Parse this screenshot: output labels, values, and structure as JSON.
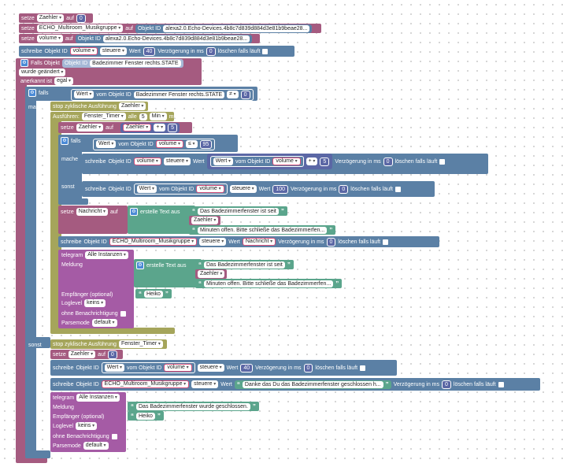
{
  "top": {
    "set1": {
      "kw": "setze",
      "var": "Zaehler",
      "to": "auf",
      "val": "0"
    },
    "set2": {
      "kw": "setze",
      "var": "ECHO_Multiroom_Musikgruppe",
      "to": "auf",
      "obj": "Objekt ID",
      "id": "alexa2.0.Echo-Devices.4b8c7d839d884d3e81b9beae28..."
    },
    "set3": {
      "kw": "setze",
      "var": "volume",
      "to": "auf",
      "obj": "Objekt ID",
      "id": "alexa2.0.Echo-Devices.4b8c7d839d884d3e81b9beae28..."
    },
    "write1": {
      "kw": "schreibe",
      "obj": "Objekt ID",
      "var": "volume",
      "mode": "steuere",
      "wert": "Wert",
      "val": "40",
      "delay": "Verzögerung in ms",
      "delay_val": "0",
      "clear": "löschen falls läuft"
    }
  },
  "trigger": {
    "title": "Falls Objekt",
    "obj": "Objekt ID",
    "id": "Badezimmer Fenster rechts.STATE",
    "changed": "wurde geändert",
    "ack": "anerkannt ist",
    "ack_val": "egal"
  },
  "if_outer": {
    "falls": "falls",
    "wert": "Wert",
    "vom": "vom Objekt ID",
    "id": "Badezimmer Fenster rechts.STATE",
    "op": "≠",
    "val": "0",
    "mache": "mache",
    "sonst": "sonst"
  },
  "then": {
    "stop": "stop zyklische Ausführung",
    "stop_var": "Zaehler",
    "run": "Ausführen:",
    "timer": "Fenster_Timer",
    "alle": "alle",
    "n": "5",
    "unit": "Min",
    "ms": "ms",
    "inc": {
      "kw": "setze",
      "var": "Zaehler",
      "to": "auf",
      "var2": "Zaehler",
      "op": "+",
      "val": "5"
    },
    "if2": {
      "falls": "falls",
      "wert": "Wert",
      "vom": "vom Objekt ID",
      "var": "volume",
      "op": "≤",
      "val": "95",
      "mache": "mache",
      "sonst": "sonst",
      "w1": {
        "kw": "schreibe",
        "obj": "Objekt ID",
        "var": "volume",
        "mode": "steuere",
        "wert": "Wert",
        "inner_wert": "Wert",
        "inner_vom": "vom Objekt ID",
        "inner_var": "volume",
        "op": "+",
        "val": "5",
        "delay": "Verzögerung in ms",
        "delay_val": "0",
        "clear": "löschen falls läuft"
      },
      "w2": {
        "kw": "schreibe",
        "obj": "Objekt ID",
        "wert": "Wert",
        "vom": "vom Objekt ID",
        "var": "volume",
        "mode": "steuere",
        "wert2": "Wert",
        "val": "100",
        "delay": "Verzögerung in ms",
        "delay_val": "0",
        "clear": "löschen falls läuft"
      }
    },
    "msg": {
      "kw": "setze",
      "var": "Nachricht",
      "to": "auf",
      "create": "erstelle Text aus",
      "t1": "Das Badezimmerfenster ist seit",
      "t2": "Zaehler",
      "t3": "Minuten offen. Bitte schließe das Badezimmerfen..."
    },
    "w3": {
      "kw": "schreibe",
      "obj": "Objekt ID",
      "var": "ECHO_Multiroom_Musikgruppe",
      "mode": "steuere",
      "wert": "Wert",
      "val": "Nachricht",
      "delay": "Verzögerung in ms",
      "delay_val": "0",
      "clear": "löschen falls läuft"
    },
    "tel": {
      "kw": "telegram",
      "inst": "Alle Instanzen",
      "msg": "Meldung",
      "create": "erstelle Text aus",
      "t1": "Das Badezimmerfenster ist seit",
      "t2": "Zaehler",
      "t3": "Minuten offen. Bitte schließe das Badezimmerfen...",
      "recv": "Empfänger (optional)",
      "recv_val": "Heiko",
      "log": "Loglevel",
      "log_val": "keins",
      "nonotif": "ohne Benachrichtigung",
      "parse": "Parsemode",
      "parse_val": "default"
    }
  },
  "else": {
    "stop": "stop zyklische Ausführung",
    "stop_var": "Fenster_Timer",
    "reset": {
      "kw": "setze",
      "var": "Zaehler",
      "to": "auf",
      "val": "0"
    },
    "w4": {
      "kw": "schreibe",
      "obj": "Objekt ID",
      "wert": "Wert",
      "vom": "vom Objekt ID",
      "var": "volume",
      "mode": "steuere",
      "wert2": "Wert",
      "val": "40",
      "delay": "Verzögerung in ms",
      "delay_val": "0",
      "clear": "löschen falls läuft"
    },
    "w5": {
      "kw": "schreibe",
      "obj": "Objekt ID",
      "var": "ECHO_Multiroom_Musikgruppe",
      "mode": "steuere",
      "wert": "Wert",
      "text": "Danke das Du das Badezimmerfenster geschlossen h...",
      "delay": "Verzögerung in ms",
      "delay_val": "0",
      "clear": "löschen falls läuft"
    },
    "tel": {
      "kw": "telegram",
      "inst": "Alle Instanzen",
      "msg": "Meldung",
      "text": "Das Badezimmerfenster wurde geschlossen.",
      "recv": "Empfänger (optional)",
      "recv_val": "Heiko",
      "log": "Loglevel",
      "log_val": "keins",
      "nonotif": "ohne Benachrichtigung",
      "parse": "Parsemode",
      "parse_val": "default"
    }
  }
}
